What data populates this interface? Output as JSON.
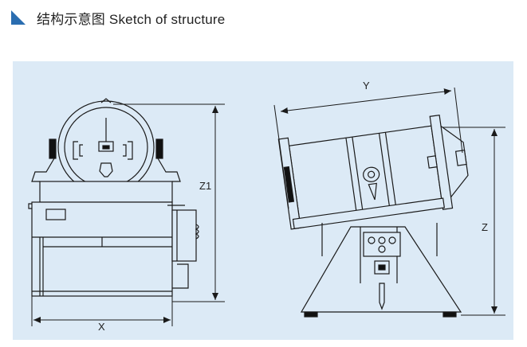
{
  "header": {
    "title": "结构示意图 Sketch of structure"
  },
  "labels": {
    "x": "X",
    "y": "Y",
    "z": "Z",
    "z1": "Z1"
  },
  "colors": {
    "accent": "#2a6db0",
    "panel": "#dceaf6",
    "line": "#1a1a1a"
  }
}
